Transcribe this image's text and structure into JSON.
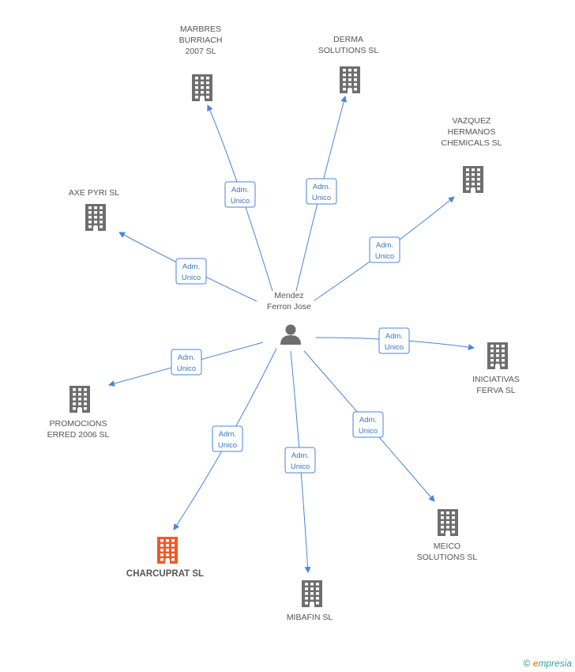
{
  "center": {
    "label_lines": [
      "Mendez",
      "Ferron Jose"
    ],
    "icon": "person-icon"
  },
  "nodes": [
    {
      "id": "marbres",
      "label_lines": [
        "MARBRES",
        "BURRIACH",
        "2007 SL"
      ],
      "edge": [
        "Adm.",
        "Unico"
      ],
      "highlight": false
    },
    {
      "id": "derma",
      "label_lines": [
        "DERMA",
        "SOLUTIONS SL"
      ],
      "edge": [
        "Adm.",
        "Unico"
      ],
      "highlight": false
    },
    {
      "id": "vazquez",
      "label_lines": [
        "VAZQUEZ",
        "HERMANOS",
        "CHEMICALS SL"
      ],
      "edge": [
        "Adm.",
        "Unico"
      ],
      "highlight": false
    },
    {
      "id": "axe",
      "label_lines": [
        "AXE PYRI SL"
      ],
      "edge": [
        "Adm.",
        "Unico"
      ],
      "highlight": false
    },
    {
      "id": "iniciativas",
      "label_lines": [
        "INICIATIVAS",
        "FERVA SL"
      ],
      "edge": [
        "Adm.",
        "Unico"
      ],
      "highlight": false
    },
    {
      "id": "promocions",
      "label_lines": [
        "PROMOCIONS",
        "ERRED 2006 SL"
      ],
      "edge": [
        "Adm.",
        "Unico"
      ],
      "highlight": false
    },
    {
      "id": "charcuprat",
      "label_lines": [
        "CHARCUPRAT SL"
      ],
      "edge": [
        "Adm.",
        "Unico"
      ],
      "highlight": true
    },
    {
      "id": "mibafin",
      "label_lines": [
        "MIBAFIN SL"
      ],
      "edge": [
        "Adm.",
        "Unico"
      ],
      "highlight": false
    },
    {
      "id": "meico",
      "label_lines": [
        "MEICO",
        "SOLUTIONS SL"
      ],
      "edge": [
        "Adm.",
        "Unico"
      ],
      "highlight": false
    }
  ],
  "colors": {
    "edge": "#4a86d8",
    "building": "#6e6e6e",
    "building_highlight": "#f05a28",
    "person": "#6e6e6e"
  },
  "watermark": {
    "symbol": "©",
    "brand_initial": "e",
    "brand_rest": "mpresia"
  }
}
